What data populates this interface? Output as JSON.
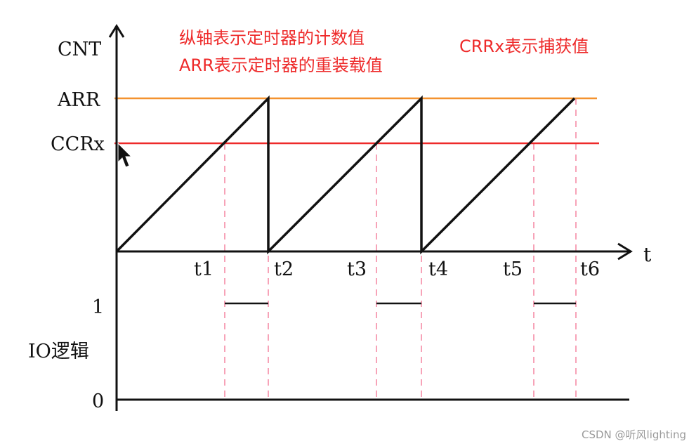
{
  "labels": {
    "cnt": "CNT",
    "arr": "ARR",
    "ccrx": "CCRx",
    "t_axis": "t",
    "io_high": "1",
    "io_logic": "IO逻辑",
    "io_low": "0"
  },
  "time_ticks": [
    "t1",
    "t2",
    "t3",
    "t4",
    "t5",
    "t6"
  ],
  "annotations": {
    "line1": "纵轴表示定时器的计数值",
    "line2": "ARR表示定时器的重装载值",
    "right": "CRRx表示捕获值"
  },
  "watermark": "CSDN @听风lighting",
  "colors": {
    "arr_line": "#f4922f",
    "ccr_line": "#ee2a2a",
    "annotation_text": "#ee2a2a",
    "guide_dash": "#f7a3b8",
    "axis": "#111111",
    "watermark": "#9a9a9a"
  }
}
